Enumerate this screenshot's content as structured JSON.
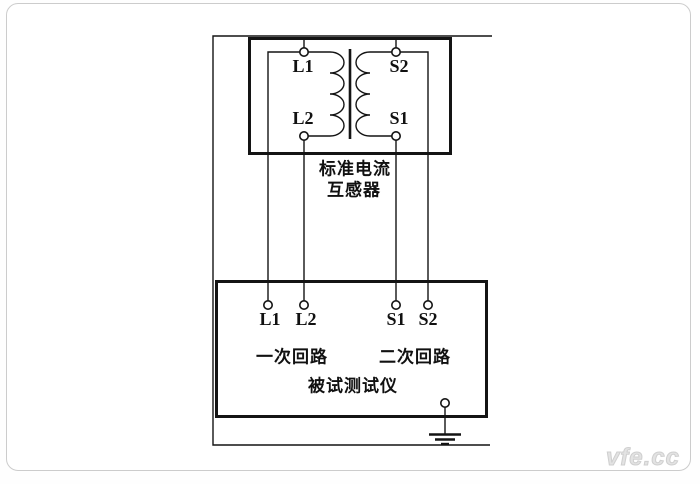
{
  "standard_ct": {
    "caption_line1": "标准电流",
    "caption_line2": "互感器",
    "primary_terminal_top": "L1",
    "primary_terminal_bottom": "L2",
    "secondary_terminal_top": "S2",
    "secondary_terminal_bottom": "S1"
  },
  "tester": {
    "caption": "被试测试仪",
    "primary_circuit_label": "一次回路",
    "secondary_circuit_label": "二次回路",
    "terminals": [
      "L1",
      "L2",
      "S1",
      "S2"
    ]
  },
  "watermark": "vfe.cc",
  "colors": {
    "line": "#141414",
    "frame_border": "#cccccc",
    "watermark": "#e3e3e3"
  }
}
